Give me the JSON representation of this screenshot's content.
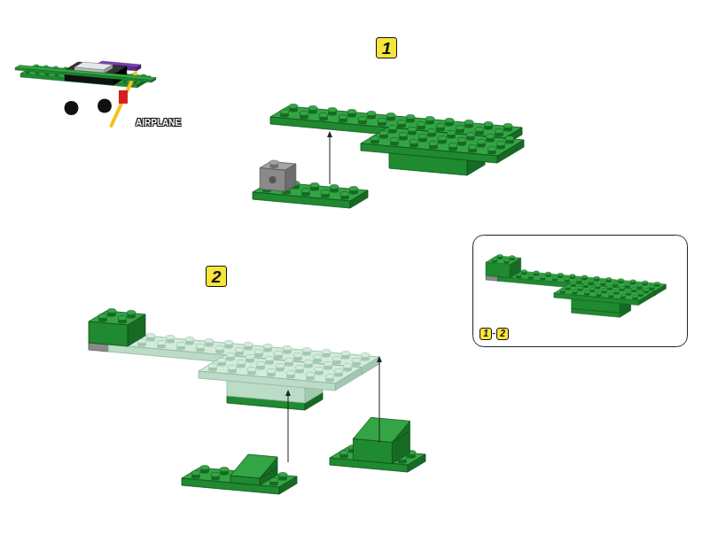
{
  "diagram": {
    "nodes": [
      {
        "text": [
          "1"
        ]
      },
      {
        "text": [
          "2"
        ]
      },
      {
        "text": [
          "1"
        ]
      },
      {
        "text": [
          "2"
        ]
      }
    ],
    "labels": [
      "AIRPLANE",
      "-"
    ]
  }
}
